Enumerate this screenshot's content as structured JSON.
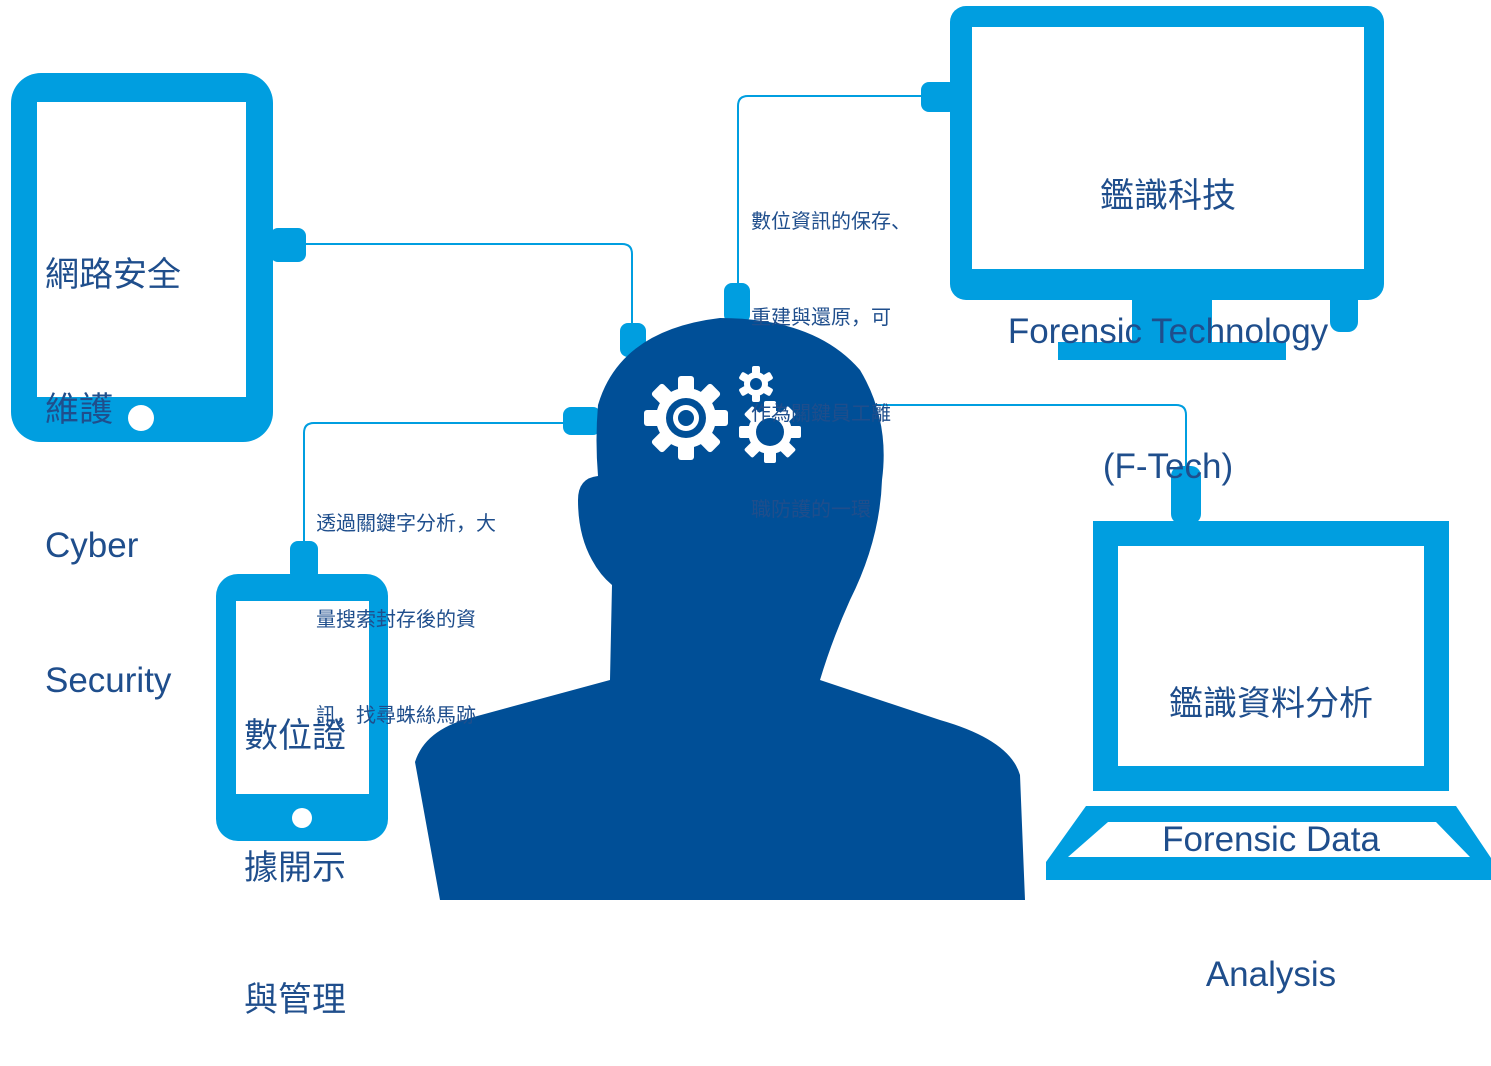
{
  "colors": {
    "device": "#009ee0",
    "head": "#004f97",
    "line": "#009ee0",
    "text": "#1f4e8c"
  },
  "devices": {
    "tablet": {
      "zh1": "網路安全",
      "zh2": "維護",
      "en1": "Cyber",
      "en2": "Security"
    },
    "phone": {
      "line1": "數位證",
      "line2": "據開示",
      "line3": "與管理"
    },
    "monitor": {
      "zh": "鑑識科技",
      "en1": "Forensic Technology",
      "en2": "(F-Tech)"
    },
    "laptop": {
      "zh": "鑑識資料分析",
      "en1": "Forensic Data",
      "en2": "Analysis"
    }
  },
  "notes": {
    "top": [
      "數位資訊的保存、",
      "重建與還原，可",
      "作為關鍵員工離",
      "職防護的一環"
    ],
    "left": [
      "透過關鍵字分析，大",
      "量搜索封存後的資",
      "訊，找尋蛛絲馬跡"
    ]
  },
  "icons": {
    "head": "head-silhouette-icon",
    "gears": "gears-icon"
  }
}
